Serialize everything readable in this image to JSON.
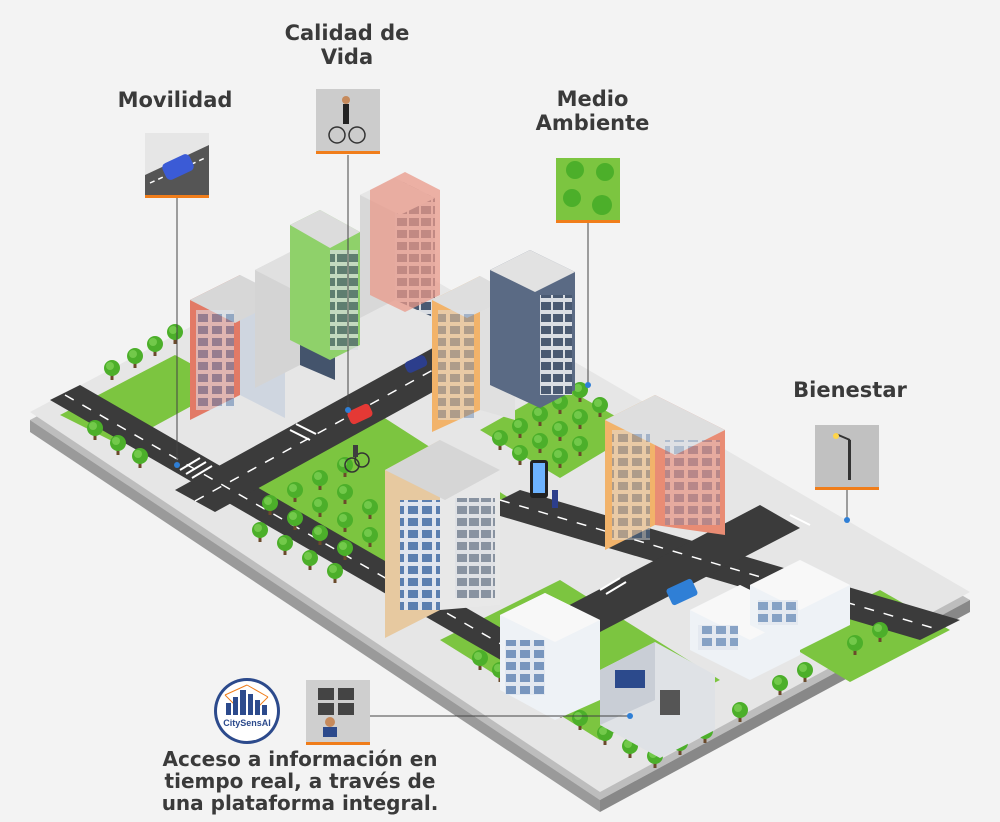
{
  "categories": {
    "movilidad": "Movilidad",
    "calidad": "Calidad de\nVida",
    "medio": "Medio\nAmbiente",
    "bienestar": "Bienestar"
  },
  "platform": {
    "logo_text": "CitySensAI",
    "caption": "Acceso a información en\ntiempo real, a través de\nuna plataforma integral."
  },
  "colors": {
    "accent": "#f07d1a",
    "grass": "#7cc540",
    "tree": "#4caf2a",
    "road": "#3b3b3b",
    "logo_blue": "#2c4a8c"
  },
  "icons": [
    "car-icon",
    "cyclist-icon",
    "trees-icon",
    "street-lamp-icon",
    "control-room-icon"
  ]
}
